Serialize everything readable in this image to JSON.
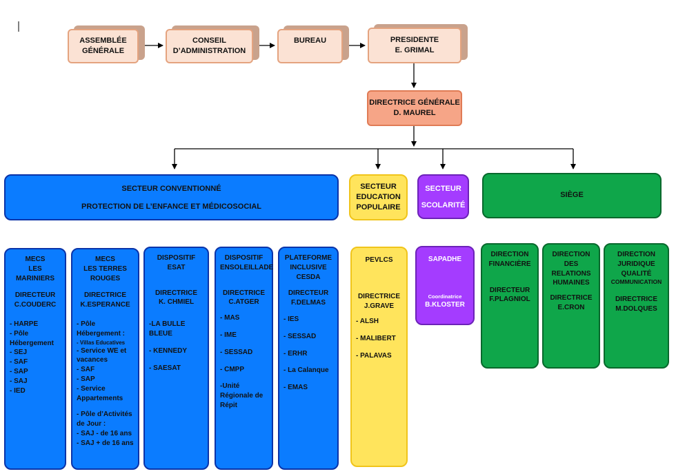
{
  "governance": {
    "assemblee": [
      "ASSEMBLÉE",
      "GÉNÉRALE"
    ],
    "conseil": [
      "CONSEIL",
      "D’ADMINISTRATION"
    ],
    "bureau": [
      "BUREAU"
    ],
    "presidente": [
      "PRESIDENTE",
      "E. GRIMAL"
    ]
  },
  "direction_generale": [
    "DIRECTRICE GÉNÉRALE",
    "D. MAUREL"
  ],
  "sectors": {
    "conventionne": [
      "SECTEUR CONVENTIONNÉ",
      "PROTECTION DE L’ENFANCE  ET MÉDICOSOCIAL"
    ],
    "education": [
      "SECTEUR",
      "EDUCATION",
      "POPULAIRE"
    ],
    "scolarite": [
      "SECTEUR",
      "SCOLARITÉ"
    ],
    "siege": [
      "SIÈGE"
    ]
  },
  "units": {
    "mecs_mariniers": {
      "title": [
        "MECS",
        "LES",
        "MARINIERS"
      ],
      "director": [
        "DIRECTEUR",
        "C.COUDERC"
      ],
      "items": [
        "- HARPE",
        "- Pôle Hébergement",
        "- SEJ",
        "- SAF",
        "- SAP",
        "- SAJ",
        "- IED"
      ]
    },
    "mecs_terres_rouges": {
      "title": [
        "MECS",
        "LES TERRES",
        "ROUGES"
      ],
      "director": [
        "DIRECTRICE",
        "K.ESPERANCE"
      ],
      "items_a": [
        "- Pôle Hébergement :"
      ],
      "items_small": [
        "- Villas Educatives"
      ],
      "items_b": [
        "- Service WE et vacances",
        "- SAF",
        "- SAP",
        "- Service Appartements"
      ],
      "items_c": [
        "- Pôle d’Activités de Jour :",
        "- SAJ -   de 16 ans",
        "- SAJ + de 16 ans"
      ]
    },
    "esat": {
      "title": [
        "DISPOSITIF",
        "ESAT"
      ],
      "director": [
        "DIRECTRICE",
        "K. CHMIEL"
      ],
      "items": [
        "-LA BULLE BLEUE",
        "- KENNEDY",
        "- SAESAT"
      ]
    },
    "ensoleillade": {
      "title": [
        "DISPOSITIF",
        "ENSOLEILLADE"
      ],
      "director": [
        "DIRECTRICE",
        "C.ATGER"
      ],
      "items": [
        "- MAS",
        "- IME",
        "- SESSAD",
        "- CMPP",
        "-Unité Régionale de Répit"
      ]
    },
    "cesda": {
      "title": [
        "PLATEFORME",
        "INCLUSIVE",
        "CESDA"
      ],
      "director": [
        "DIRECTEUR",
        "F.DELMAS"
      ],
      "items": [
        "- IES",
        "- SESSAD",
        "- ERHR",
        "- La Calanque",
        "- EMAS"
      ]
    },
    "pevlcs": {
      "title": [
        "PEVLCS"
      ],
      "director": [
        "DIRECTRICE",
        "J.GRAVE"
      ],
      "items": [
        "- ALSH",
        "- MALIBERT",
        "- PALAVAS"
      ]
    },
    "sapadhe": {
      "title": [
        "SAPADHE"
      ],
      "role": "Coordinatrice",
      "name": "B.KLOSTER"
    },
    "dir_financiere": {
      "title": [
        "DIRECTION",
        "FINANCIÈRE"
      ],
      "director": [
        "DIRECTEUR",
        "F.PLAGNIOL"
      ]
    },
    "dir_rh": {
      "title": [
        "DIRECTION",
        "DES",
        "RELATIONS",
        "HUMAINES"
      ],
      "director": [
        "DIRECTRICE",
        "E.CRON"
      ]
    },
    "dir_juridique": {
      "title": [
        "DIRECTION",
        "JURIDIQUE",
        "QUALITÉ"
      ],
      "title_small": "COMMUNICATION",
      "director": [
        "DIRECTRICE",
        "M.DOLQUES"
      ]
    }
  },
  "colors": {
    "governance_fill": "#fbe2d4",
    "dg_fill": "#f6a587",
    "conventionne": "#0b7cff",
    "education": "#ffe45c",
    "scolarite": "#a43cff",
    "siege": "#0fa64a"
  }
}
